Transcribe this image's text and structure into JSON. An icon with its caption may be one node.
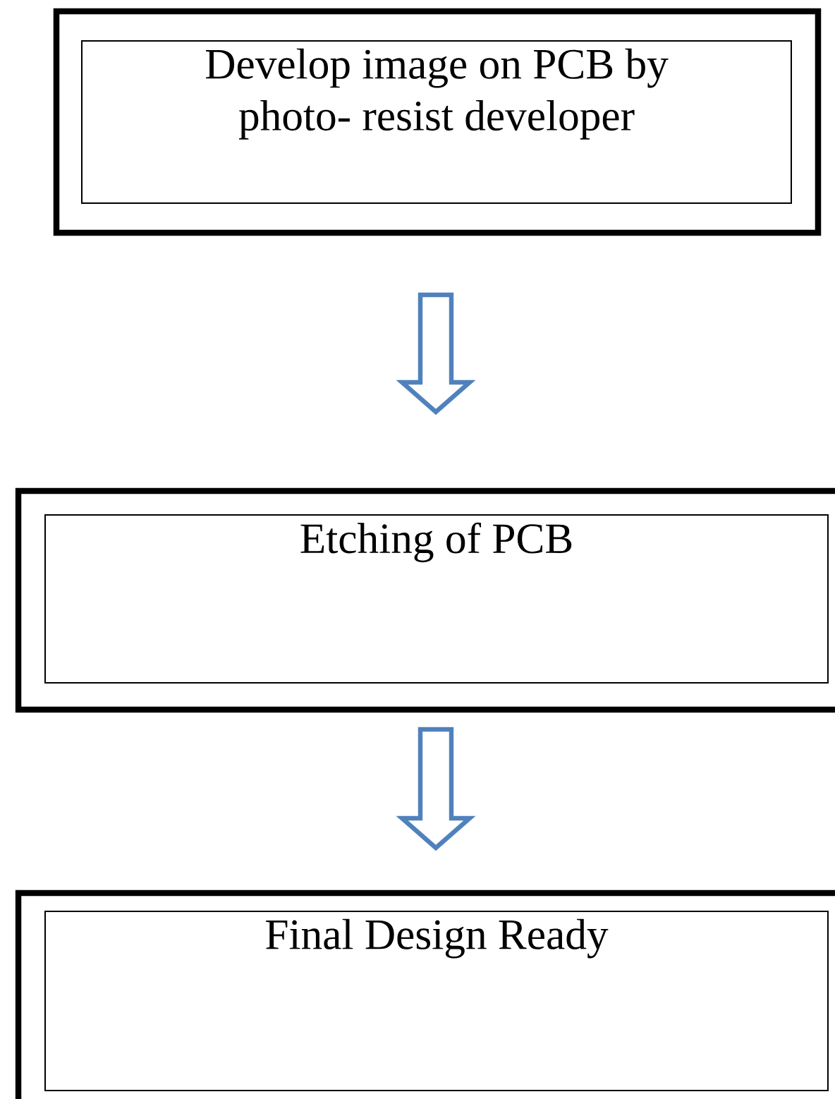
{
  "diagram": {
    "nodes": [
      {
        "text": [],
        "shape": "box"
      },
      {
        "text": [
          "Develop image on PCB by photo- resist developer"
        ],
        "in": 0
      },
      {
        "text": [],
        "shape": "box"
      },
      {
        "text": [
          "Etching of PCB"
        ],
        "in": 2
      },
      {
        "text": [],
        "shape": "box"
      },
      {
        "text": [
          "Final Design Ready"
        ],
        "in": 4
      }
    ],
    "edges": [
      {
        "from": 0,
        "to": 2,
        "arrow": "to"
      },
      {
        "from": 2,
        "to": 4,
        "arrow": "to"
      }
    ]
  }
}
